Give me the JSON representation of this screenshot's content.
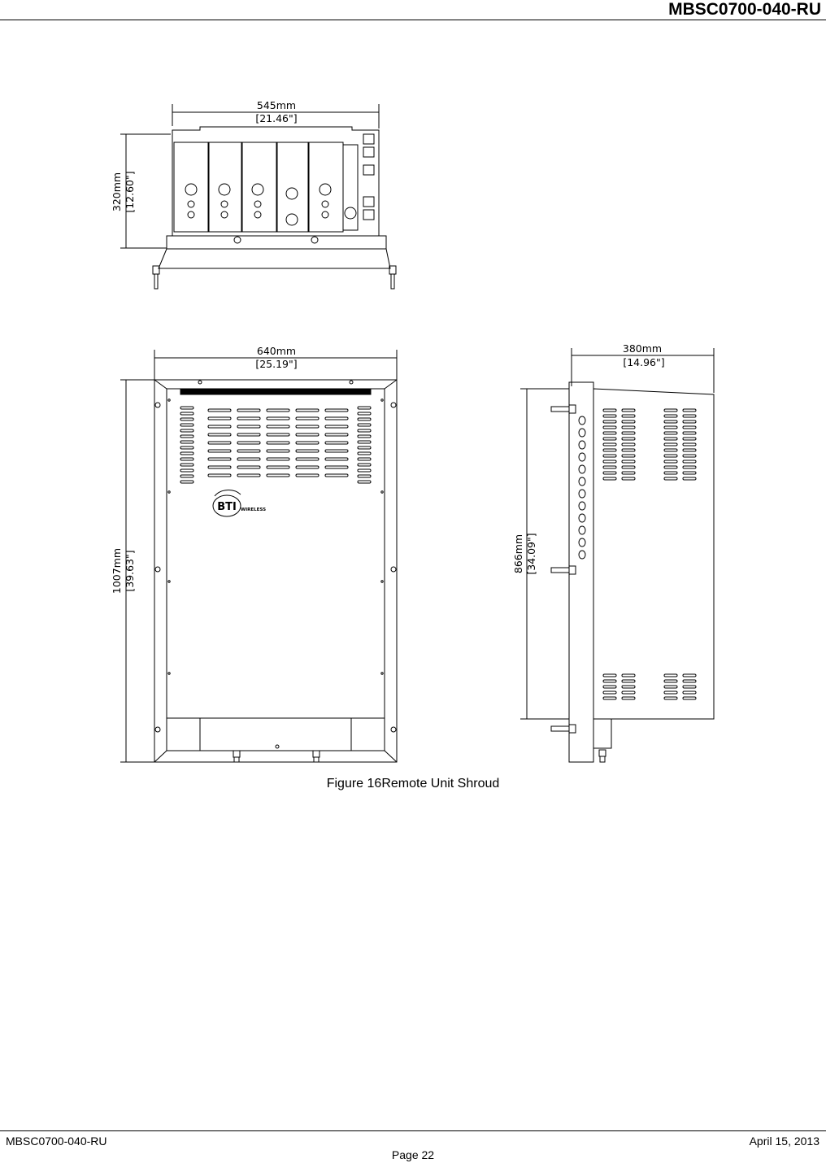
{
  "header": {
    "doc_id": "MBSC0700-040-RU"
  },
  "figure": {
    "caption": "Figure 16Remote Unit Shroud",
    "top_view": {
      "width_mm": "545mm",
      "width_in": "[21.46\"]",
      "height_mm": "320mm",
      "height_in": "[12.60\"]"
    },
    "front_view": {
      "width_mm": "640mm",
      "width_in": "[25.19\"]",
      "height_mm": "1007mm",
      "height_in": "[39.63\"]",
      "logo_text": "BTI",
      "logo_sub": "WIRELESS"
    },
    "side_view": {
      "width_mm": "380mm",
      "width_in": "[14.96\"]",
      "height_mm": "866mm",
      "height_in": "[34.09\"]"
    }
  },
  "footer": {
    "doc_id": "MBSC0700-040-RU",
    "date": "April 15, 2013",
    "page": "Page 22"
  }
}
